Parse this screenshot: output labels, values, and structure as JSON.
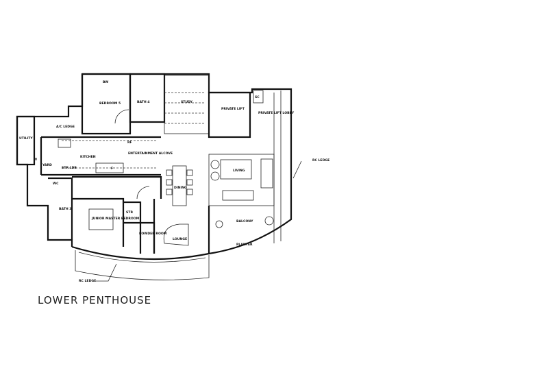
{
  "title": "LOWER PENTHOUSE",
  "rooms": {
    "bedroom5": "BEDROOM 5",
    "bath4": "BATH 4",
    "study": "STUDY",
    "private_lift": "PRIVATE LIFT",
    "private_lift_lobby": "PRIVATE LIFT LOBBY",
    "sc": "SC",
    "ac_ledge": "A/C LEDGE",
    "utility": "UTILITY",
    "w": "W",
    "yard": "YARD",
    "kitchen": "KITCHEN",
    "str_ldb": "STR LDB",
    "rf": "RF",
    "f": "F",
    "entertainment_alcove": "ENTERTAINMENT ALCOVE",
    "dining": "DINING",
    "living": "LIVING",
    "wc": "WC",
    "bath3": "BATH 3",
    "junior_master_bedroom": "JUNIOR MASTER BEDROOM",
    "str": "STR",
    "powder_room": "POWDER ROOM",
    "lounge": "LOUNGE",
    "balcony": "BALCONY",
    "planter": "PLANTER",
    "rc_ledge_right": "RC LEDGE",
    "rc_ledge_bottom": "RC LEDGE",
    "bw": "BW"
  }
}
